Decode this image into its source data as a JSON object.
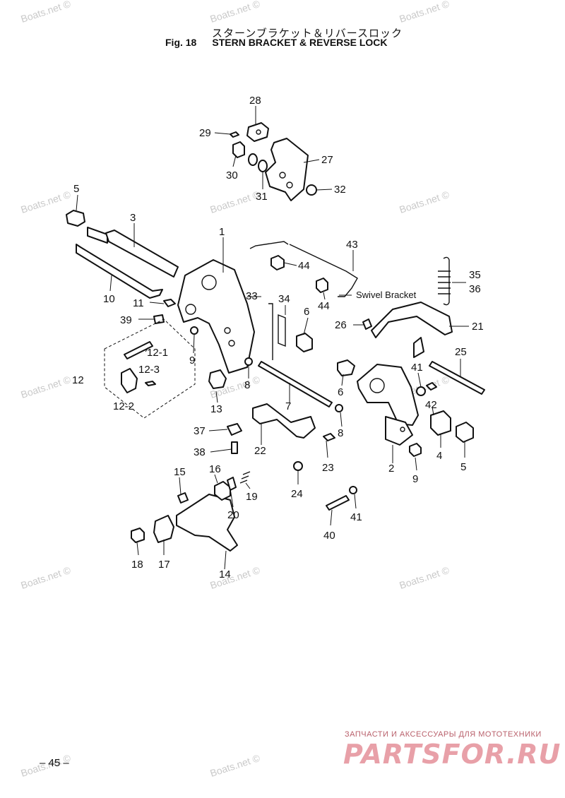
{
  "header": {
    "title_jp": "スターンブラケット＆リバースロック",
    "fig_no": "Fig. 18",
    "title_en": "STERN BRACKET & REVERSE LOCK"
  },
  "watermark": "Boats.net ©",
  "footer": {
    "page_number": "– 45 –",
    "shop_caption": "ЗАПЧАСТИ И АКСЕССУАРЫ ДЛЯ МОТОТЕХНИКИ",
    "shop_logo": "PARTSFOR.RU"
  },
  "annotation": "Swivel Bracket",
  "part_labels": [
    "28",
    "29",
    "27",
    "30",
    "31",
    "32",
    "5",
    "3",
    "1",
    "43",
    "44",
    "35",
    "36",
    "10",
    "11",
    "33",
    "34",
    "44",
    "39",
    "6",
    "26",
    "21",
    "12-1",
    "9",
    "12-3",
    "12",
    "25",
    "41",
    "8",
    "6",
    "12-2",
    "7",
    "42",
    "13",
    "37",
    "8",
    "2",
    "4",
    "5",
    "22",
    "38",
    "23",
    "9",
    "15",
    "16",
    "19",
    "24",
    "20",
    "41",
    "40",
    "18",
    "17",
    "14"
  ]
}
